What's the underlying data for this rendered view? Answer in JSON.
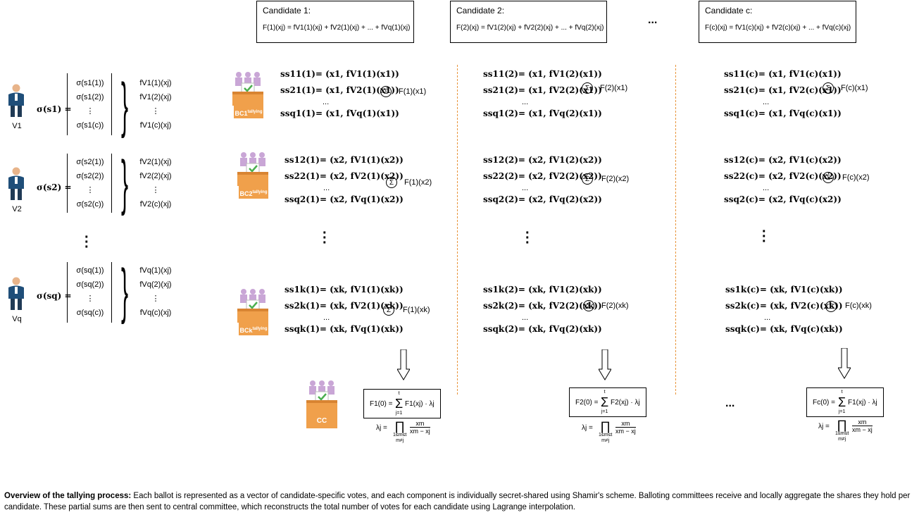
{
  "candidates": [
    {
      "title": "Candidate 1:",
      "formula": "F(1)(xj) = fV1(1)(xj) + fV2(1)(xj) + ... + fVq(1)(xj)"
    },
    {
      "title": "Candidate 2:",
      "formula": "F(2)(xj) = fV1(2)(xj) + fV2(2)(xj) + ... + fVq(2)(xj)"
    },
    {
      "title": "Candidate c:",
      "formula": "F(c)(xj) = fV1(c)(xj) + fV2(c)(xj) + ... + fVq(c)(xj)"
    }
  ],
  "ellipsis": "...",
  "voters": [
    {
      "label": "V1",
      "sigma": "σ(s1) =",
      "col": [
        "σ(s1(1))",
        "σ(s1(2))",
        "⋮",
        "σ(s1(c))"
      ],
      "shares": [
        "fV1(1)(xj)",
        "fV1(2)(xj)",
        "⋮",
        "fV1(c)(xj)"
      ]
    },
    {
      "label": "V2",
      "sigma": "σ(s2) =",
      "col": [
        "σ(s2(1))",
        "σ(s2(2))",
        "⋮",
        "σ(s2(c))"
      ],
      "shares": [
        "fV2(1)(xj)",
        "fV2(2)(xj)",
        "⋮",
        "fV2(c)(xj)"
      ]
    },
    {
      "label": "Vq",
      "sigma": "σ(sq) =",
      "col": [
        "σ(sq(1))",
        "σ(sq(2))",
        "⋮",
        "σ(sq(c))"
      ],
      "shares": [
        "fVq(1)(xj)",
        "fVq(2)(xj)",
        "⋮",
        "fVq(c)(xj)"
      ]
    }
  ],
  "committees": [
    {
      "label": "BC1",
      "sup": "tallying"
    },
    {
      "label": "BC2",
      "sup": "tallying"
    },
    {
      "label": "BCk",
      "sup": "tallying"
    }
  ],
  "central": "CC",
  "groups": [
    {
      "rows": [
        [
          "ss11(1)= (x1, fV1(1)(x1))",
          "ss21(1)= (x1, fV2(1)(x1))",
          "...",
          "ssq1(1)= (x1, fVq(1)(x1))"
        ],
        [
          "ss11(2)= (x1, fV1(2)(x1))",
          "ss21(2)= (x1, fV2(2)(x1))",
          "...",
          "ssq1(2)= (x1, fVq(2)(x1))"
        ],
        [
          "ss11(c)= (x1, fV1(c)(x1))",
          "ss21(c)= (x1, fV2(c)(x1))",
          "...",
          "ssq1(c)= (x1, fVq(c)(x1))"
        ]
      ],
      "sums": [
        "F(1)(x1)",
        "F(2)(x1)",
        "F(c)(x1)"
      ]
    },
    {
      "rows": [
        [
          "ss12(1)= (x2, fV1(1)(x2))",
          "ss22(1)= (x2, fV2(1)(x2))",
          "...",
          "ssq2(1)= (x2, fVq(1)(x2))"
        ],
        [
          "ss12(2)= (x2, fV1(2)(x2))",
          "ss22(2)= (x2, fV2(2)(x2))",
          "...",
          "ssq2(2)= (x2, fVq(2)(x2))"
        ],
        [
          "ss12(c)= (x2, fV1(c)(x2))",
          "ss22(c)= (x2, fV2(c)(x2))",
          "...",
          "ssq2(c)= (x2, fVq(c)(x2))"
        ]
      ],
      "sums": [
        "F(1)(x2)",
        "F(2)(x2)",
        "F(c)(x2)"
      ]
    },
    {
      "rows": [
        [
          "ss1k(1)= (xk, fV1(1)(xk))",
          "ss2k(1)= (xk, fV2(1)(xk))",
          "...",
          "ssqk(1)= (xk, fVq(1)(xk))"
        ],
        [
          "ss1k(2)= (xk, fV1(2)(xk))",
          "ss2k(2)= (xk, fV2(2)(xk))",
          "...",
          "ssqk(2)= (xk, fVq(2)(xk))"
        ],
        [
          "ss1k(c)= (xk, fV1(c)(xk))",
          "ss2k(c)= (xk, fV2(c)(xk))",
          "...",
          "ssqk(c)= (xk, fVq(c)(xk))"
        ]
      ],
      "sums": [
        "F(1)(xk)",
        "F(2)(xk)",
        "F(c)(xk)"
      ]
    }
  ],
  "sigma_symbol": "Σ",
  "reconstruct": [
    {
      "lhs": "F1(0) =",
      "sum": "Σ",
      "sum_top": "t",
      "sum_bot": "j=1",
      "term": "F1(xj) · λj"
    },
    {
      "lhs": "F2(0) =",
      "sum": "Σ",
      "sum_top": "t",
      "sum_bot": "j=1",
      "term": "F2(xj) · λj"
    },
    {
      "lhs": "Fc(0) =",
      "sum": "Σ",
      "sum_top": "t",
      "sum_bot": "j=1",
      "term": "F1(xj) · λj"
    }
  ],
  "lambda": {
    "lhs": "λj =",
    "prod": "∏",
    "sub1": "1≤m≤t",
    "sub2": "m≠j",
    "num": "xm",
    "den": "xm − xj"
  },
  "caption": {
    "bold": "Overview of the tallying process:",
    "text": " Each ballot is represented as a vector of candidate-specific votes, and each component is individually secret-shared using Shamir's scheme. Balloting committees receive and locally aggregate the shares they hold per candidate. These partial sums are then sent to central committee, which reconstructs the total number of votes for each candidate using Lagrange interpolation."
  },
  "colors": {
    "accent": "#e8943a",
    "box": "#f0a04b",
    "person": "#c9a6d6",
    "voter": "#1f4e79"
  }
}
